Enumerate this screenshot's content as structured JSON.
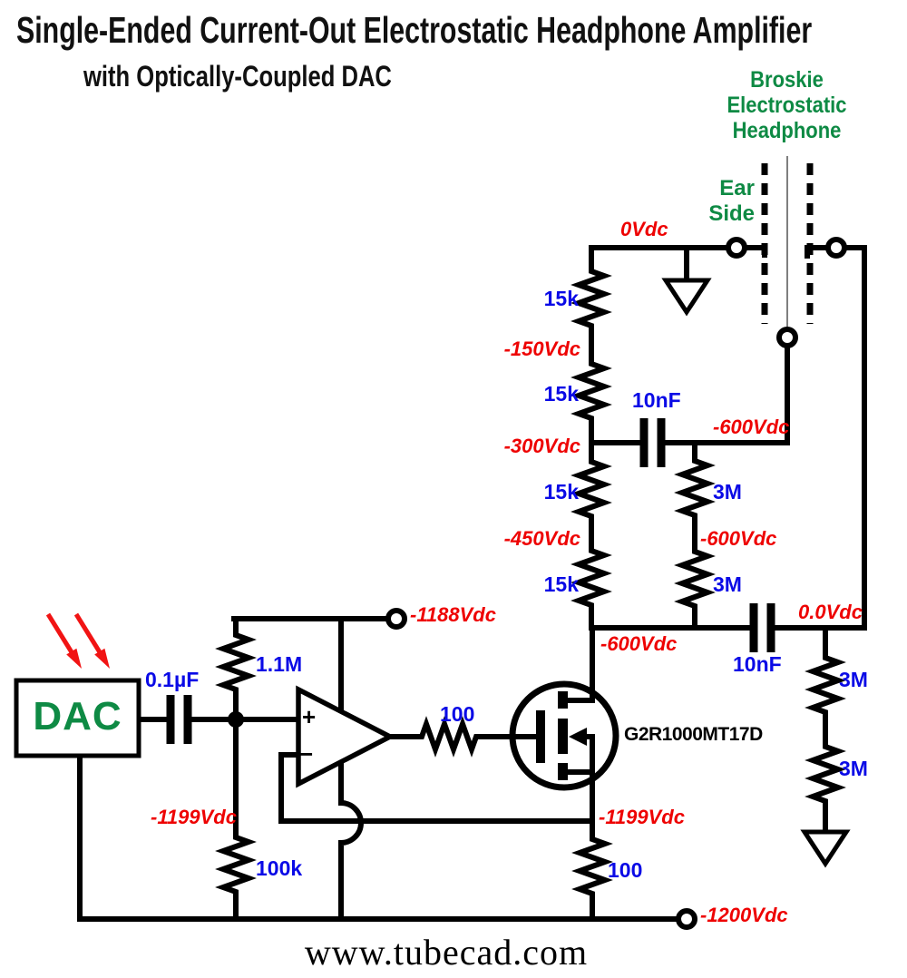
{
  "title": "Single-Ended Current-Out Electrostatic Headphone Amplifier",
  "subtitle": "with Optically-Coupled DAC",
  "footer_url": "www.tubecad.com",
  "headphone": {
    "brand_lines": [
      "Broskie",
      "Electrostatic",
      "Headphone"
    ],
    "ear_side_lines": [
      "Ear",
      "Side"
    ]
  },
  "dac_label": "DAC",
  "mosfet_part": "G2R1000MT17D",
  "opamp": {
    "plus": "+",
    "minus": "−"
  },
  "components": {
    "ladder_resistors": [
      "15k",
      "15k",
      "15k",
      "15k"
    ],
    "bias_resistors": [
      "3M",
      "3M"
    ],
    "output_load_resistors": [
      "3M",
      "3M"
    ],
    "input_cap": "0.1µF",
    "headphone_cap": "10nF",
    "output_cap": "10nF",
    "divider_top_resistor": "1.1M",
    "divider_bottom_resistor": "100k",
    "gate_resistor": "100",
    "source_resistor": "100"
  },
  "voltages": {
    "top_rail": "0Vdc",
    "ladder_150": "-150Vdc",
    "ladder_300": "-300Vdc",
    "ladder_450": "-450Vdc",
    "diaphragm_node": "-600Vdc",
    "bias_mid": "-600Vdc",
    "drain_node": "-600Vdc",
    "output_node": "0.0Vdc",
    "opamp_rail": "-1188Vdc",
    "input_node": "-1199Vdc",
    "source_node": "-1199Vdc",
    "bottom_rail": "-1200Vdc"
  },
  "colors": {
    "wire": "#000000",
    "value_label": "#0a0ae6",
    "voltage_label": "#ee0202",
    "accent_green": "#0e8a44",
    "arrow_red": "#f11414"
  }
}
